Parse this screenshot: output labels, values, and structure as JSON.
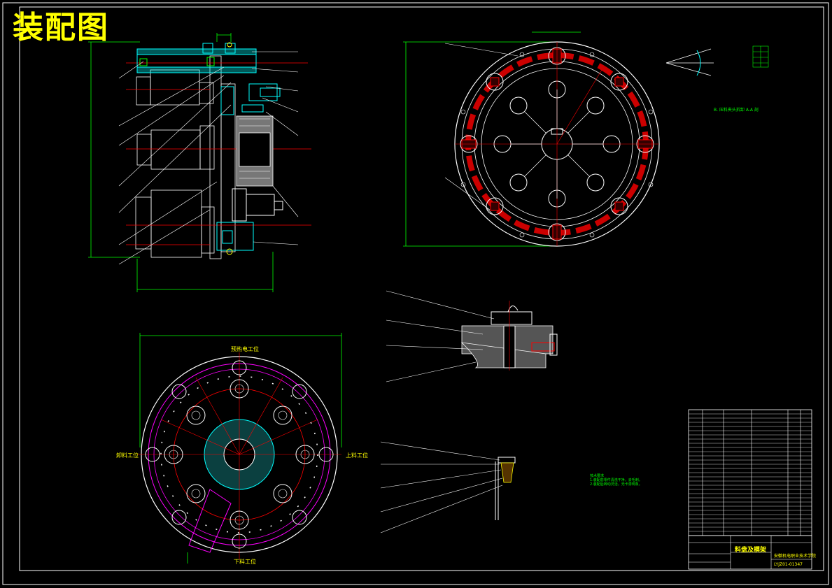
{
  "drawing": {
    "title": "装配图"
  },
  "view_labels": {
    "top_station": "预热电工位",
    "left_station": "卸料工位",
    "right_station": "上料工位",
    "bottom_station": "下料工位",
    "section_note": "B. 压料夹头拆卸 A-A 剖"
  },
  "notes": {
    "heading": "技术要求",
    "line1": "1.装配前零件清洗干净，去毛刺。",
    "line2": "2.装配后转动灵活，无卡滞现象。"
  },
  "title_block": {
    "drawing_name": "料盘及模架",
    "school": "安徽机电职业技术学院",
    "drawing_no": "LYJZ01-01347"
  },
  "colors": {
    "background": "#000000",
    "frame": "#ffffff",
    "cyan": "#00ffff",
    "red": "#ff0000",
    "green": "#00ff00",
    "yellow": "#ffff00",
    "magenta": "#ff00ff"
  }
}
